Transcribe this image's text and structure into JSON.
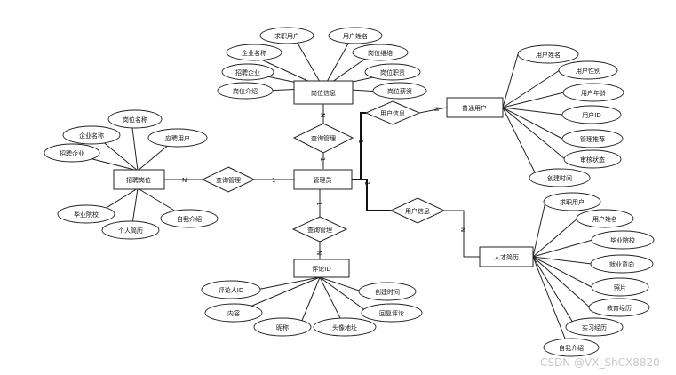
{
  "entities": {
    "job_info": "岗位信息",
    "recruit_job": "招聘岗位",
    "admin": "管理员",
    "normal_user": "普通用户",
    "talent_resume": "人才简历",
    "comment": "评论ID"
  },
  "relations": {
    "rel_job_info": "查询管理",
    "rel_recruit": "查询管理",
    "rel_comment": "查询管理",
    "rel_user_top": "用户信息",
    "rel_user_bottom": "用户信息"
  },
  "cardinalities": {
    "recruit_n": "N",
    "recruit_1": "1",
    "job_info_n": "N",
    "job_info_1": "1",
    "comment_1": "1",
    "comment_n": "N",
    "user_top_1": "1",
    "user_top_n": "N",
    "user_bottom_1": "1",
    "user_bottom_n": "N"
  },
  "attributes": {
    "job_info": [
      "求职用户",
      "用户姓名",
      "企业名称",
      "岗位维络",
      "招聘企业",
      "岗位职责",
      "岗位介绍",
      "岗位薪资"
    ],
    "recruit_job": [
      "岗位名称",
      "企业名称",
      "应聘用户",
      "招聘企业",
      "毕业院校",
      "自我介绍",
      "个人简历"
    ],
    "normal_user": [
      "用户姓名",
      "用户性别",
      "用户年龄",
      "用户ID",
      "管理推荐",
      "审核状态",
      "创建时间"
    ],
    "talent_resume": [
      "求职用户",
      "用户姓名",
      "毕业院校",
      "就业意向",
      "照片",
      "教育经历",
      "实习经历",
      "自我介绍"
    ],
    "comment": [
      "评论人ID",
      "创建时间",
      "内容",
      "回复评论",
      "昵称",
      "头像地址"
    ]
  },
  "watermark": "CSDN @VX_ShCX8820"
}
